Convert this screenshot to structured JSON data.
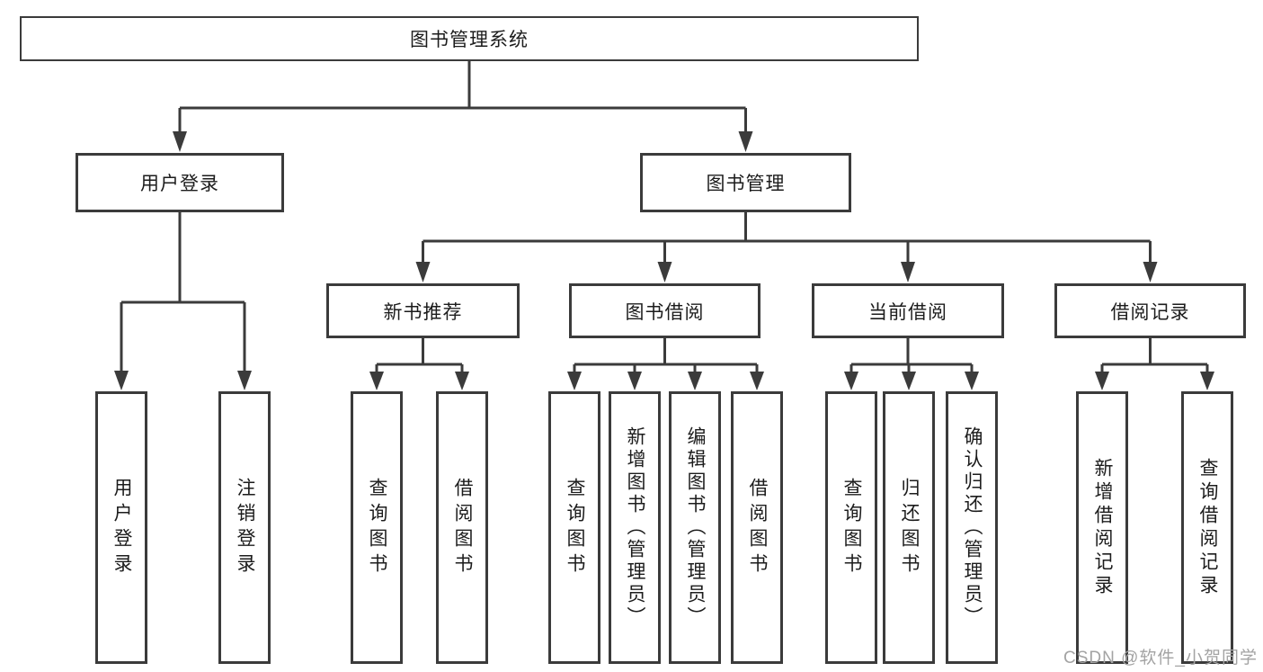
{
  "diagram_title": "图书管理系统",
  "tree": {
    "label": "图书管理系统",
    "children": [
      {
        "label": "用户登录",
        "children": [
          {
            "label": "用户登录"
          },
          {
            "label": "注销登录"
          }
        ]
      },
      {
        "label": "图书管理",
        "children": [
          {
            "label": "新书推荐",
            "children": [
              {
                "label": "查询图书"
              },
              {
                "label": "借阅图书"
              }
            ]
          },
          {
            "label": "图书借阅",
            "children": [
              {
                "label": "查询图书"
              },
              {
                "label": "新增图书（管理员）"
              },
              {
                "label": "编辑图书（管理员）"
              },
              {
                "label": "借阅图书"
              }
            ]
          },
          {
            "label": "当前借阅",
            "children": [
              {
                "label": "查询图书"
              },
              {
                "label": "归还图书"
              },
              {
                "label": "确认归还（管理员）"
              }
            ]
          },
          {
            "label": "借阅记录",
            "children": [
              {
                "label": "新增借阅记录"
              },
              {
                "label": "查询借阅记录"
              }
            ]
          }
        ]
      }
    ]
  },
  "watermark": "CSDN @软件_小贺同学",
  "colors": {
    "line": "#3b3b3b",
    "text": "#1c1c1c",
    "background": "#ffffff",
    "watermark": "#a3a3a3"
  }
}
